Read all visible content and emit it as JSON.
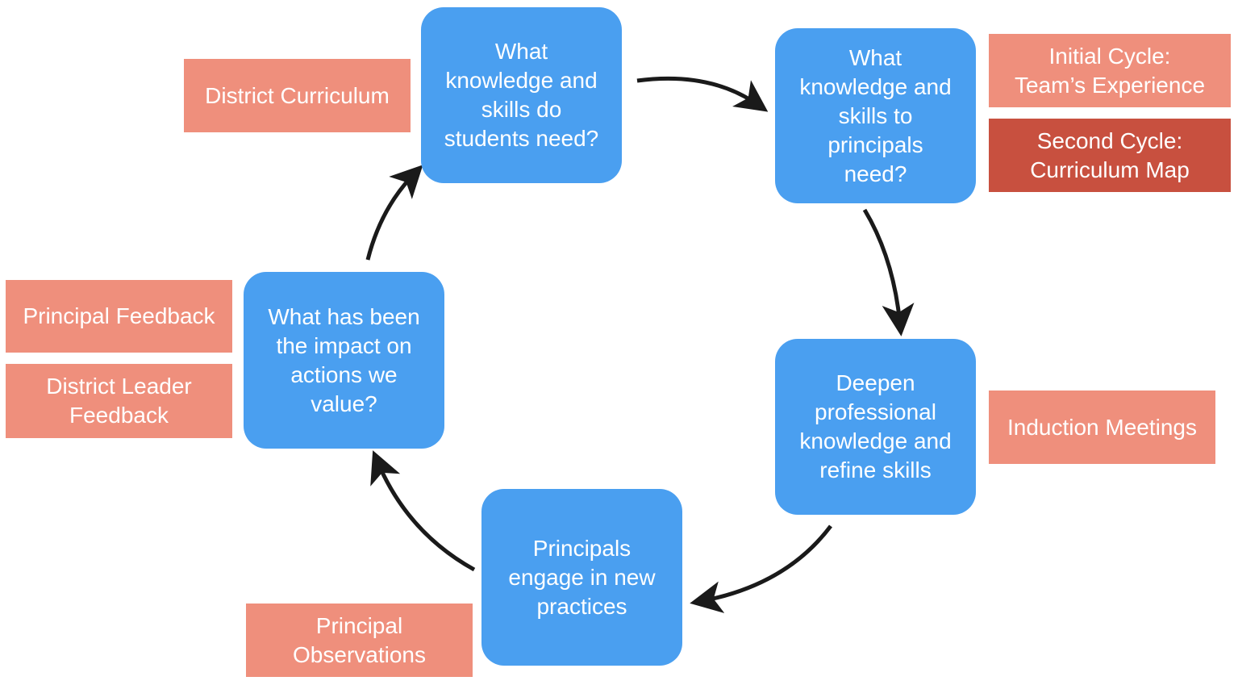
{
  "colors": {
    "node_fill": "#4a9ff0",
    "tag_fill": "#ef8f7c",
    "tag_dark_fill": "#c8503f",
    "text": "#ffffff",
    "arrow": "#1a1a1a"
  },
  "nodes": {
    "students_need": "What\nknowledge and\nskills do\nstudents need?",
    "principals_need": "What\nknowledge and\nskills to\nprincipals\nneed?",
    "deepen_knowledge": "Deepen\nprofessional\nknowledge and\nrefine skills",
    "engage_practices": "Principals\nengage in new\npractices",
    "impact": "What has been\nthe impact on\nactions we\nvalue?"
  },
  "tags": {
    "district_curriculum": "District Curriculum",
    "initial_cycle": "Initial Cycle:\nTeam’s Experience",
    "second_cycle": "Second Cycle:\nCurriculum Map",
    "induction_meetings": "Induction Meetings",
    "principal_observations": "Principal\nObservations",
    "principal_feedback": "Principal Feedback",
    "district_leader_feedback": "District Leader\nFeedback"
  }
}
